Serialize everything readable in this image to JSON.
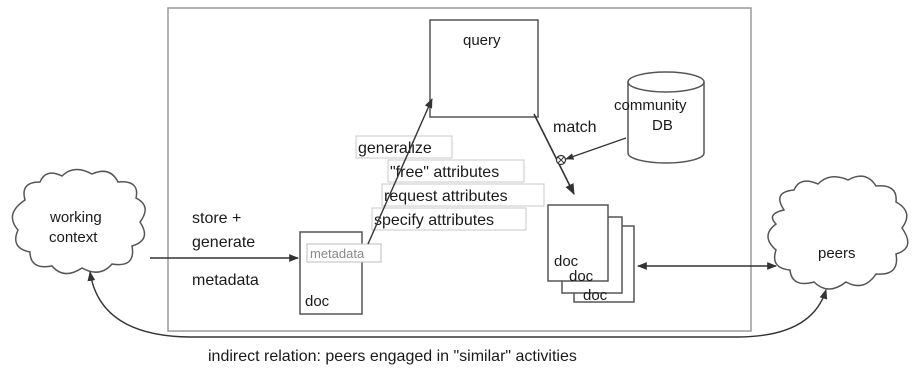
{
  "diagram": {
    "nodes": {
      "query": "query",
      "community_db_line1": "community",
      "community_db_line2": "DB",
      "working_context_line1": "working",
      "working_context_line2": "context",
      "metadata_tag": "metadata",
      "doc_single": "doc",
      "doc_stack_1": "doc",
      "doc_stack_2": "doc",
      "doc_stack_3": "doc",
      "peers": "peers"
    },
    "labels": {
      "store_line1": "store +",
      "store_line2": "generate",
      "store_line3": "metadata",
      "generalize": "generalize",
      "free_attributes": "\"free\" attributes",
      "request_attributes": "request attributes",
      "specify_attributes": "specify attributes",
      "match": "match",
      "indirect_relation": "indirect relation: peers engaged in \"similar\" activities"
    },
    "colors": {
      "stroke": "#555555",
      "frame": "#9a9a9a",
      "text": "#1a1a1a",
      "metadata_text": "#888888",
      "label_box": "#c8c8c8"
    }
  }
}
